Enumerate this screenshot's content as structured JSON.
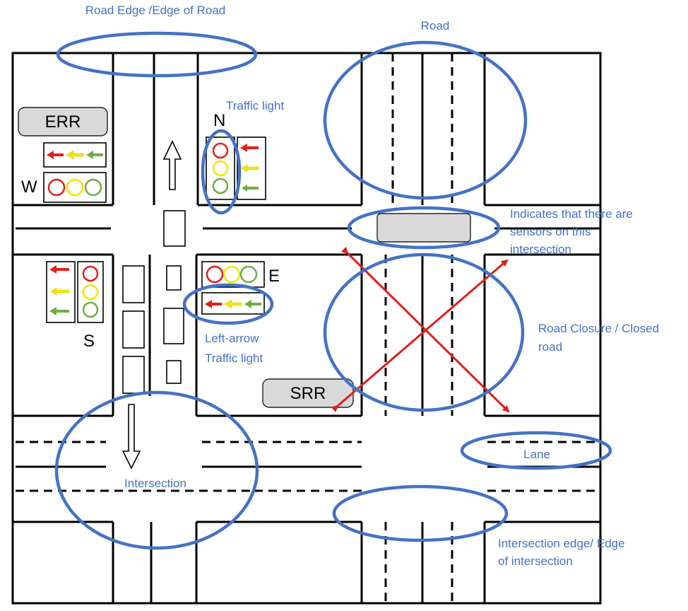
{
  "labels": {
    "N": "N",
    "W": "W",
    "S": "S",
    "E": "E",
    "ERR": "ERR",
    "SRR": "SRR"
  },
  "annotations": {
    "road_edge": "Road Edge /Edge of Road",
    "road": "Road",
    "traffic_light": "Traffic light",
    "sensors_line1": "Indicates that there are",
    "sensors_line2": "sensors on this",
    "sensors_line3": "intersection",
    "road_closure_line1": "Road Closure / Closed",
    "road_closure_line2": "road",
    "left_arrow_line1": "Left-arrow",
    "left_arrow_line2": "Traffic light",
    "lane": "Lane",
    "intersection": "Intersection",
    "intersection_edge_line1": "Intersection edge/ Edge",
    "intersection_edge_line2": "of intersection"
  },
  "colors": {
    "annotation": "#4472c4",
    "closure": "#e0201b",
    "light_red": "#e0201b",
    "light_yellow": "#f2e600",
    "light_green": "#70ad47",
    "sensor_fill": "#d9d9d9"
  }
}
